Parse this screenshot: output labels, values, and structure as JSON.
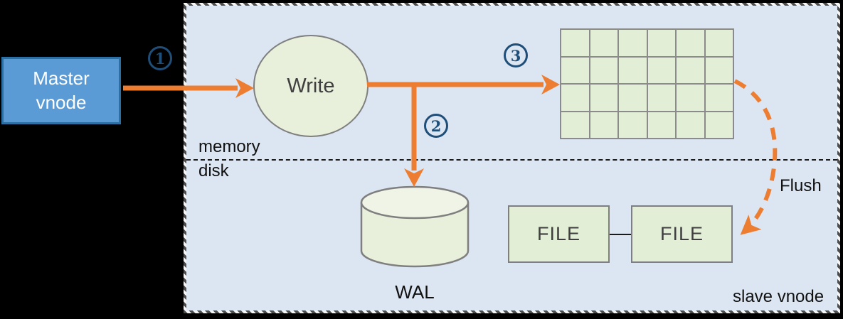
{
  "diagram": {
    "master_node": {
      "line1": "Master",
      "line2": "vnode"
    },
    "write_node": {
      "label": "Write"
    },
    "steps": {
      "one": "1",
      "two": "2",
      "three": "3"
    },
    "memtable": {
      "rows": 4,
      "cols": 6
    },
    "wal": {
      "label": "WAL"
    },
    "files": {
      "file1": "FILE",
      "file2": "FILE"
    },
    "labels": {
      "memory": "memory",
      "disk": "disk",
      "flush": "Flush",
      "slave": "slave vnode"
    }
  },
  "colors": {
    "accent_orange": "#ED7D31",
    "region_bg": "#DCE6F2",
    "node_fill": "#E8F0DB",
    "grid_fill": "#E3EED7",
    "node_border": "#7F7F7F",
    "master_fill": "#5B9BD5",
    "master_border": "#2B6FA3",
    "number_blue": "#1F4E79",
    "text_dark": "#3F3F3F",
    "line_black": "#1A1A1A"
  }
}
